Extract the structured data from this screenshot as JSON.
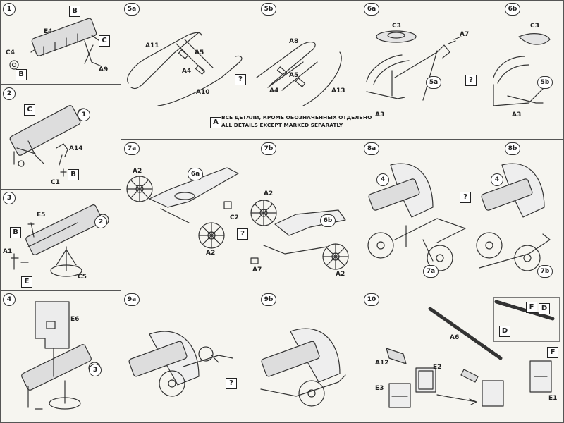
{
  "steps": {
    "s1": "1",
    "s2": "2",
    "s3": "3",
    "s4": "4",
    "s5a": "5a",
    "s5b": "5b",
    "s6a": "6a",
    "s6b": "6b",
    "s7a": "7a",
    "s7b": "7b",
    "s8a": "8a",
    "s8b": "8b",
    "s9a": "9a",
    "s9b": "9b",
    "s10": "10"
  },
  "labels": {
    "p1": {
      "e4": "E4",
      "c4": "C4",
      "a9": "A9",
      "box_b1": "B",
      "box_c": "C",
      "box_b2": "B"
    },
    "p2": {
      "a14": "A14",
      "c1": "C1",
      "ref1": "1",
      "box_c": "C",
      "box_b": "B"
    },
    "p3": {
      "e5": "E5",
      "a1": "A1",
      "c5": "C5",
      "ref2": "2",
      "box_b": "B",
      "box_e": "E"
    },
    "p4": {
      "e6": "E6",
      "ref3": "3"
    },
    "p5": {
      "a11": "A11",
      "a5a": "A5",
      "a4a": "A4",
      "a10": "A10",
      "a8": "A8",
      "a5b": "A5",
      "a4b": "A4",
      "a13": "A13",
      "q": "?"
    },
    "p6": {
      "c3a": "C3",
      "a7": "A7",
      "a3a": "A3",
      "ref5a": "5a",
      "c3b": "C3",
      "a3b": "A3",
      "ref5b": "5b",
      "q": "?"
    },
    "p7": {
      "a2a": "A2",
      "ref6a": "6a",
      "c2": "C2",
      "a2b": "A2",
      "a2c": "A2",
      "ref6b": "6b",
      "a7": "A7",
      "a2d": "A2",
      "q": "?"
    },
    "p8": {
      "ref4a": "4",
      "ref7a": "7a",
      "ref4b": "4",
      "ref7b": "7b",
      "q": "?"
    },
    "p9": {
      "q": "?"
    },
    "p10": {
      "a6": "A6",
      "a12": "A12",
      "e2": "E2",
      "e3": "E3",
      "e1": "E1",
      "box_f1": "F",
      "box_d1": "D",
      "box_d2": "D",
      "box_f2": "F"
    }
  },
  "note": {
    "box": "A",
    "line_ru": "ВСЕ ДЕТАЛИ, КРОМЕ ОБОЗНАЧЕННЫХ ОТДЕЛЬНО",
    "line_en": "ALL DETAILS EXCEPT MARKED SEPARATLY"
  }
}
